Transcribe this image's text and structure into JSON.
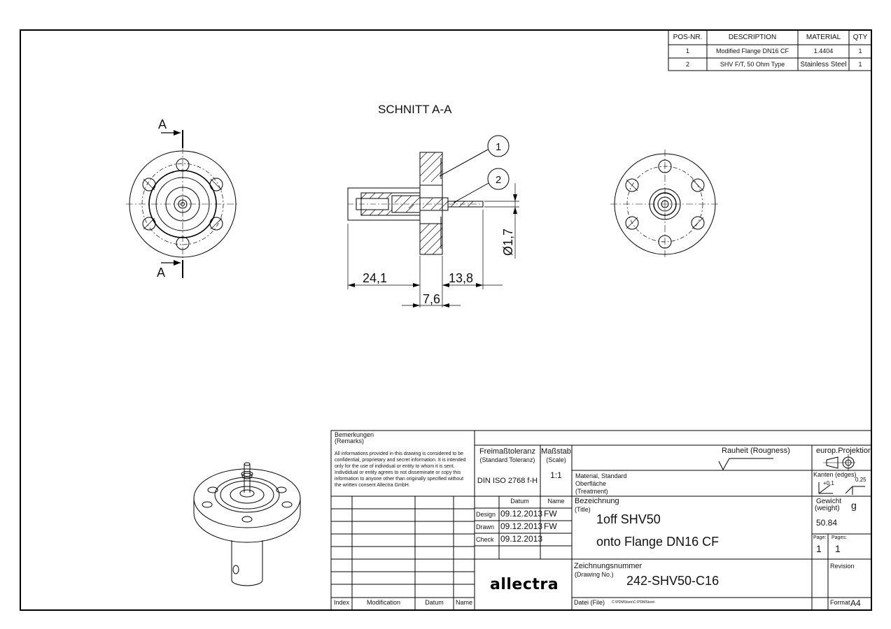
{
  "parts_list": {
    "headers": [
      "POS-NR.",
      "DESCRIPTION",
      "MATERIAL",
      "QTY"
    ],
    "rows": [
      [
        "1",
        "Modified Flange DN16 CF",
        "1.4404",
        "1"
      ],
      [
        "2",
        "SHV F/T, 50 Ohm Type",
        "Stainless Steel",
        "1"
      ]
    ]
  },
  "drawing": {
    "section_title": "SCHNITT A-A",
    "section_marker": "A",
    "balloons": [
      "1",
      "2"
    ],
    "dimensions": {
      "left_length": "24,1",
      "right_length": "13,8",
      "flange_width": "7,6",
      "pin_diameter": "Ø1,7"
    }
  },
  "title_block": {
    "remarks_title": "Bemerkungen",
    "remarks_subtitle": "(Remarks)",
    "remarks_text": [
      "All informations provided in this drawing is considered to be",
      "confidential, proprietary and secret information. It is intended",
      "only for the use of individual or entity to whom it is sent.",
      "Indivdidual or entity agrees to not disseminate or copy this",
      "information to anyone other than originally specified without",
      "the written consent Allectra GmbH."
    ],
    "tolerance_title": "Freimaßtoleranz",
    "tolerance_subtitle": "(Standard Toleranz)",
    "tolerance_value": "DIN ISO 2768 f-H",
    "scale_title": "Maßstab",
    "scale_subtitle": "(Scale)",
    "scale_value": "1:1",
    "roughness_title": "Rauheit (Rougness)",
    "material_label_1": "Material, Standard",
    "material_label_2": "Oberfläche",
    "material_label_3": "(Treatment)",
    "projection_title": "europ.Projektion",
    "edges_label": "Kanten (edges)",
    "edge_tol_1": "+0.1",
    "edge_tol_2": "0.25",
    "date_header": "Datum",
    "name_header": "Name",
    "design_label": "Design",
    "design_date": "09.12.2013",
    "design_name": "FW",
    "drawn_label": "Drawn",
    "drawn_date": "09.12.2013",
    "drawn_name": "FW",
    "check_label": "Check",
    "check_date": "09.12.2013",
    "title_label": "Bezeichnung",
    "title_sublabel": "(Title)",
    "title_line1": "1off SHV50",
    "title_line2": "onto Flange DN16 CF",
    "weight_label": "Gewicht",
    "weight_sublabel": "(weight)",
    "weight_unit": "g",
    "weight_value": "50.84",
    "page_label": "Page:",
    "page_value": "1",
    "pages_label": "Pages:",
    "pages_value": "1",
    "drawing_no_label": "Zeichnungsnummer",
    "drawing_no_sublabel": "(Drawing No.)",
    "drawing_no": "242-SHV50-C16",
    "revision_label": "Revision",
    "file_label": "Datei (File)",
    "file_path": "C:\\PDMStore\\C:\\PDMStore\\",
    "format_label": "Format",
    "format_value": "A4",
    "index_header": "Index",
    "modification_header": "Modification",
    "mod_date_header": "Datum",
    "mod_name_header": "Name",
    "logo_text": "allectra"
  }
}
